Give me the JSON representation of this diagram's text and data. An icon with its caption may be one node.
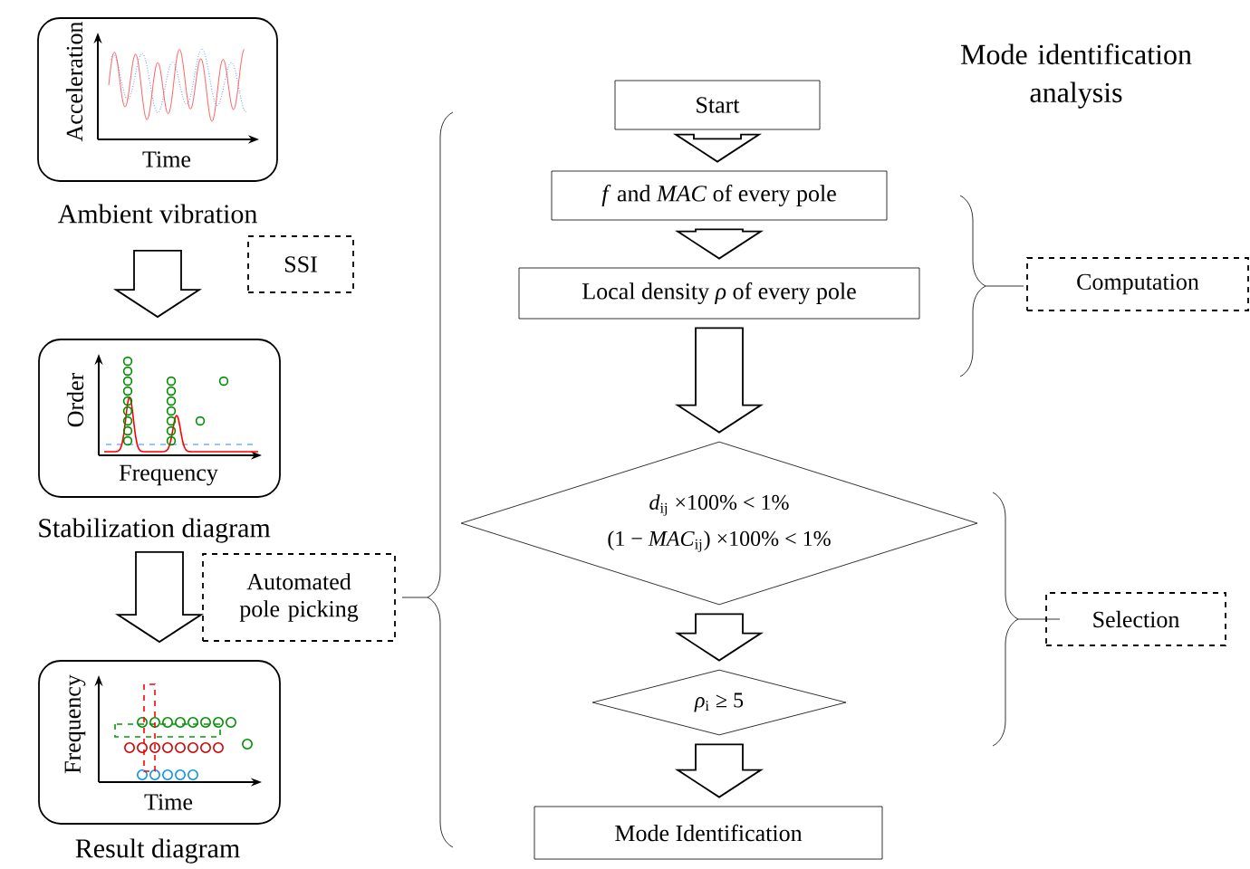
{
  "diagram": {
    "title": "Mode identification analysis",
    "nodes": [
      {
        "text": [
          "Acceleration",
          "Time"
        ],
        "beside": [
          "Ambient vibration"
        ]
      },
      {
        "text": [
          "Order",
          "Frequency"
        ],
        "beside": [
          "Stabilization diagram"
        ]
      },
      {
        "text": [
          "Frequency",
          "Time"
        ],
        "beside": [
          "Result diagram"
        ]
      },
      {
        "text": [
          "SSI"
        ]
      },
      {
        "text": [
          "Automated pole picking"
        ]
      },
      {
        "text": [
          "Start"
        ]
      },
      {
        "text": [
          "*f* and *MAC* of every pole"
        ]
      },
      {
        "text": [
          "Local density *ρ* of every pole"
        ]
      },
      {
        "text": [
          "*d*$_{ij}$ ×100% < 1%",
          "(1 − *MAC*$_{ij}$) ×100% < 1%"
        ]
      },
      {
        "text": [
          "*ρ*$_{i}$ ≥ 5"
        ]
      },
      {
        "text": [
          "Mode Identification"
        ]
      },
      {
        "text": [
          "Computation"
        ]
      },
      {
        "text": [
          "Selection"
        ]
      }
    ],
    "edges": [
      {
        "from": 0,
        "to": 1,
        "arrow": "to"
      },
      {
        "from": 1,
        "to": 2,
        "arrow": "to"
      },
      {
        "from": 5,
        "to": 6,
        "arrow": "to"
      },
      {
        "from": 6,
        "to": 7,
        "arrow": "to"
      },
      {
        "from": 7,
        "to": 8,
        "arrow": "to"
      },
      {
        "from": 8,
        "to": 9,
        "arrow": "to"
      },
      {
        "from": 9,
        "to": 10,
        "arrow": "to"
      }
    ]
  }
}
